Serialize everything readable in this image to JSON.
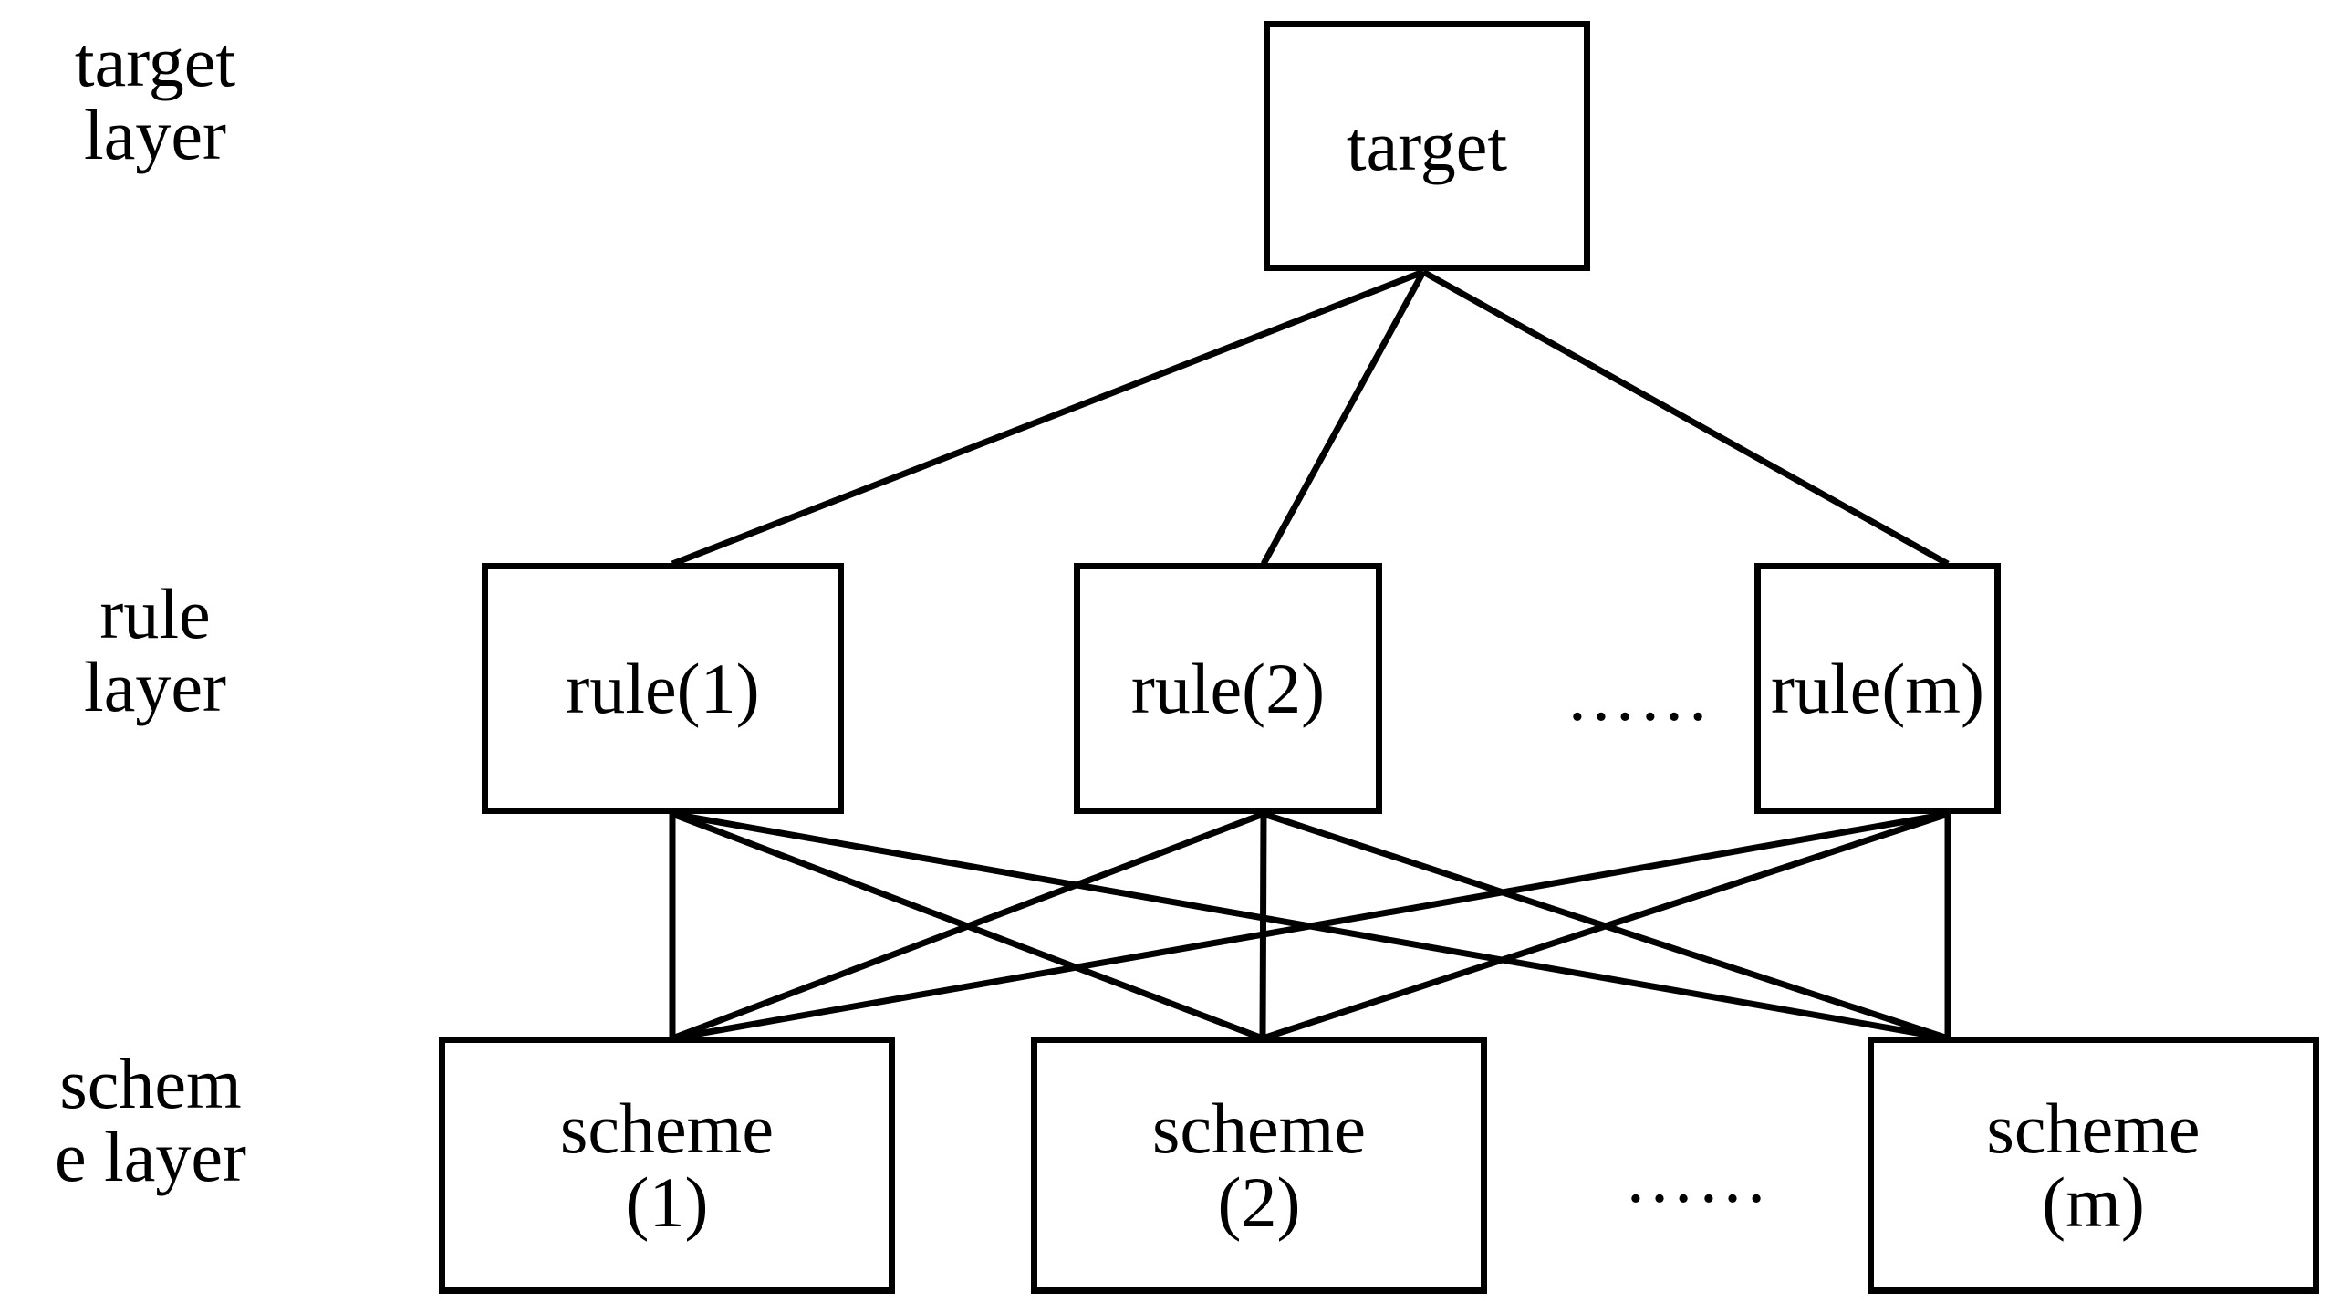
{
  "diagram": {
    "title": "three-layer target-rule-scheme hierarchy diagram",
    "background_color": "#ffffff",
    "line_color": "#000000",
    "layers": [
      {
        "id": "target-layer",
        "label": "target\nlayer",
        "nodes": [
          {
            "id": "target",
            "label": "target"
          }
        ]
      },
      {
        "id": "rule-layer",
        "label": "rule\nlayer",
        "ellipsis": "……",
        "nodes": [
          {
            "id": "rule-1",
            "label": "rule(1)"
          },
          {
            "id": "rule-2",
            "label": "rule(2)"
          },
          {
            "id": "rule-m",
            "label": "rule(m)"
          }
        ]
      },
      {
        "id": "scheme-layer",
        "label": "schem\ne layer",
        "ellipsis": "……",
        "nodes": [
          {
            "id": "scheme-1",
            "label": "scheme\n(1)"
          },
          {
            "id": "scheme-2",
            "label": "scheme\n(2)"
          },
          {
            "id": "scheme-m",
            "label": "scheme\n(m)"
          }
        ]
      }
    ],
    "edges": {
      "target_to_rules": [
        {
          "from": "target",
          "to": "rule-1"
        },
        {
          "from": "target",
          "to": "rule-2"
        },
        {
          "from": "target",
          "to": "rule-m"
        }
      ],
      "rules_to_schemes": [
        {
          "from": "rule-1",
          "to": "scheme-1"
        },
        {
          "from": "rule-1",
          "to": "scheme-2"
        },
        {
          "from": "rule-1",
          "to": "scheme-m"
        },
        {
          "from": "rule-2",
          "to": "scheme-1"
        },
        {
          "from": "rule-2",
          "to": "scheme-2"
        },
        {
          "from": "rule-2",
          "to": "scheme-m"
        },
        {
          "from": "rule-m",
          "to": "scheme-1"
        },
        {
          "from": "rule-m",
          "to": "scheme-2"
        },
        {
          "from": "rule-m",
          "to": "scheme-m"
        }
      ]
    }
  }
}
